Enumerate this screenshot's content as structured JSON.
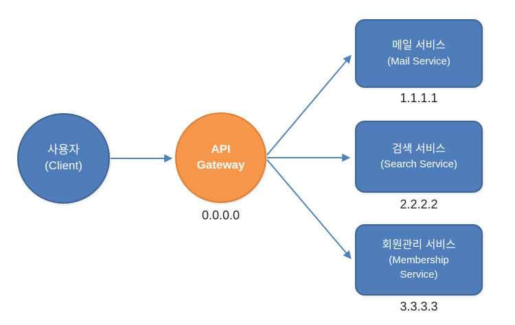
{
  "diagram": {
    "client": {
      "name_ko": "사용자",
      "name_en": "(Client)"
    },
    "gateway": {
      "line1": "API",
      "line2": "Gateway",
      "ip": "0.0.0.0"
    },
    "services": [
      {
        "name_ko": "메일 서비스",
        "name_en": "(Mail Service)",
        "ip": "1.1.1.1"
      },
      {
        "name_ko": "검색 서비스",
        "name_en": "(Search Service)",
        "ip": "2.2.2.2"
      },
      {
        "name_ko": "회원관리 서비스",
        "name_en": "(Membership Service)",
        "ip": "3.3.3.3"
      }
    ]
  },
  "colors": {
    "node_blue": "#4E7DBA",
    "node_blue_border": "#3A6293",
    "gateway_orange": "#F5964A",
    "gateway_orange_border": "#DD7E2E",
    "arrow_blue": "#4F81BD",
    "ip_text": "#1F1F1F",
    "node_text": "#FFFFFF",
    "background": "#FFFFFF"
  }
}
